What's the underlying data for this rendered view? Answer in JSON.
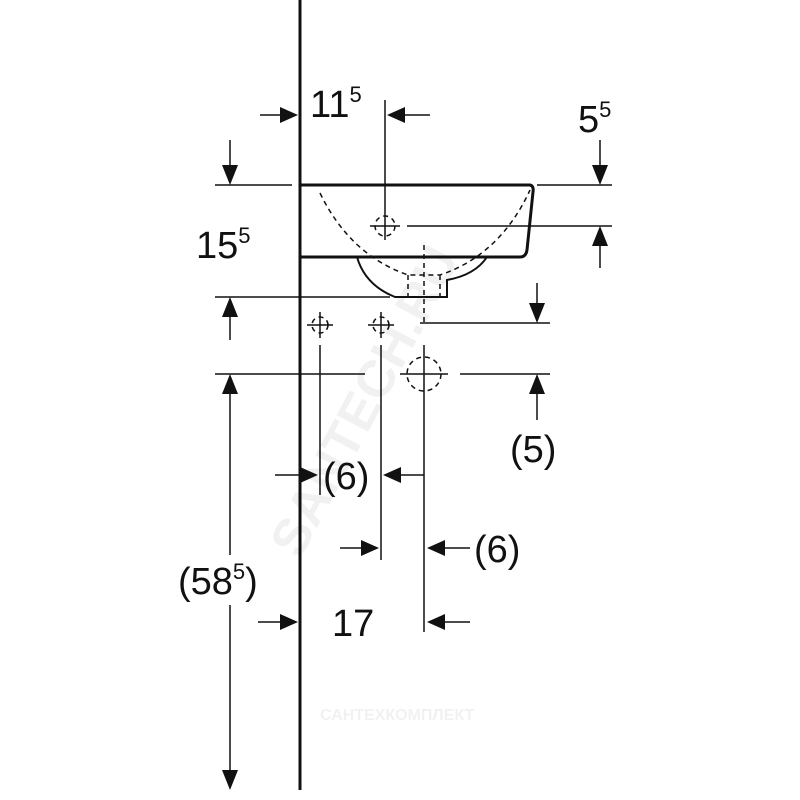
{
  "drawing": {
    "dimensions": {
      "tap_offset": {
        "main": "11",
        "sup": "5"
      },
      "rim_to_tap": {
        "main": "5",
        "sup": "5"
      },
      "basin_height": {
        "main": "15",
        "sup": "5"
      },
      "drain_offset": "(5)",
      "valve_spacing": "(6)",
      "valve_to_drain": "(6)",
      "wall_to_drain": "17",
      "drain_height": {
        "prefix": "(58",
        "sup": "5",
        "suffix": ")"
      }
    },
    "watermarks": [
      "SANTECH.RU",
      "САНТЕХКОМПЛЕКТ"
    ]
  }
}
